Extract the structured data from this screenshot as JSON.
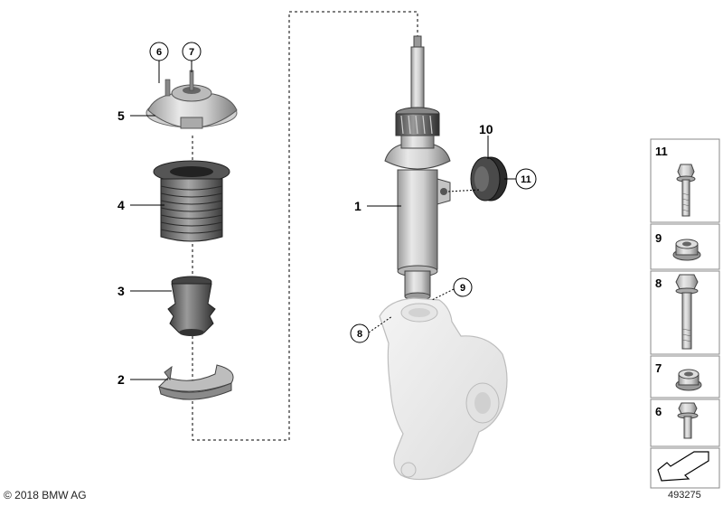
{
  "labels": {
    "p1": "1",
    "p2": "2",
    "p3": "3",
    "p4": "4",
    "p5": "5",
    "c6": "6",
    "c7": "7",
    "c8": "8",
    "c9": "9",
    "p10": "10",
    "c11": "11"
  },
  "sidebar": {
    "items": [
      {
        "label": "11",
        "part": "long hex flange bolt"
      },
      {
        "label": "9",
        "part": "hex flange nut"
      },
      {
        "label": "8",
        "part": "hex bolt"
      },
      {
        "label": "7",
        "part": "hex flange nut"
      },
      {
        "label": "6",
        "part": "short hex flange bolt"
      }
    ],
    "footer_icon": "arrow-icon"
  },
  "footer": {
    "copyright": "© 2018 BMW AG",
    "doc_number": "493275"
  }
}
